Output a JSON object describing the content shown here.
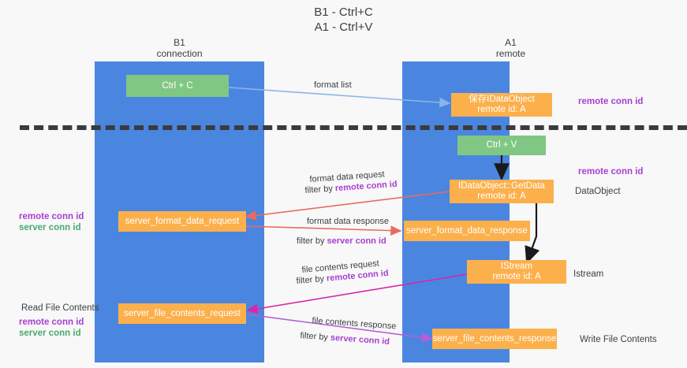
{
  "title": "B1 - Ctrl+C\nA1 - Ctrl+V",
  "columns": [
    {
      "name": "B1",
      "sub": "connection",
      "header": "B1\nconnection"
    },
    {
      "name": "A1",
      "sub": "remote",
      "header": "A1\nremote"
    }
  ],
  "nodes": {
    "ctrl_c": "Ctrl + C",
    "ctrl_v": "Ctrl + V",
    "save_idataobject": "保存IDataObject\nremote id: A",
    "getdata": "IDataObject::GetData\nremote id: A",
    "istream": "IStream\nremote id: A",
    "server_format_data_request": "server_format_data_request",
    "server_format_data_response": "server_format_data_response",
    "server_file_contents_request": "server_file_contents_request",
    "server_file_contents_response": "server_file_contents_response"
  },
  "edges": {
    "format_list": "format list",
    "format_data_request": "format data request",
    "format_data_request_filter_prefix": "filter by ",
    "format_data_request_filter_key": "remote conn id",
    "format_data_response": "format data response",
    "format_data_response_filter_prefix": "filter by ",
    "format_data_response_filter_key": "server conn id",
    "file_contents_request": "file contents request",
    "file_contents_request_filter_prefix": "filter by ",
    "file_contents_request_filter_key": "remote conn id",
    "file_contents_response": "file contents response",
    "file_contents_response_filter_prefix": "filter by ",
    "file_contents_response_filter_key": "server conn id"
  },
  "annotations": {
    "right_remote_conn_id_top": "remote conn id",
    "right_remote_conn_id_mid": "remote conn id",
    "right_dataobject": "DataObject",
    "right_istream": "Istream",
    "right_write_file_contents": "Write File Contents",
    "left_remote_conn_id": "remote conn id",
    "left_server_conn_id": "server conn id",
    "left_read_file_contents": "Read File Contents",
    "left_remote_conn_id_2": "remote conn id",
    "left_server_conn_id_2": "server conn id"
  },
  "colors": {
    "lane": "#4a86e0",
    "green_node": "#81c784",
    "orange_node": "#fbb04c",
    "purple_text": "#a83fd1",
    "green_text": "#4aa96c",
    "background": "#f8f8f8",
    "divider": "#3b3b3b",
    "wire_blue": "#8ab4e8",
    "wire_red": "#ea6a5e",
    "wire_pink": "#d926a9",
    "wire_purple": "#b45fd6",
    "wire_black": "#000000"
  }
}
